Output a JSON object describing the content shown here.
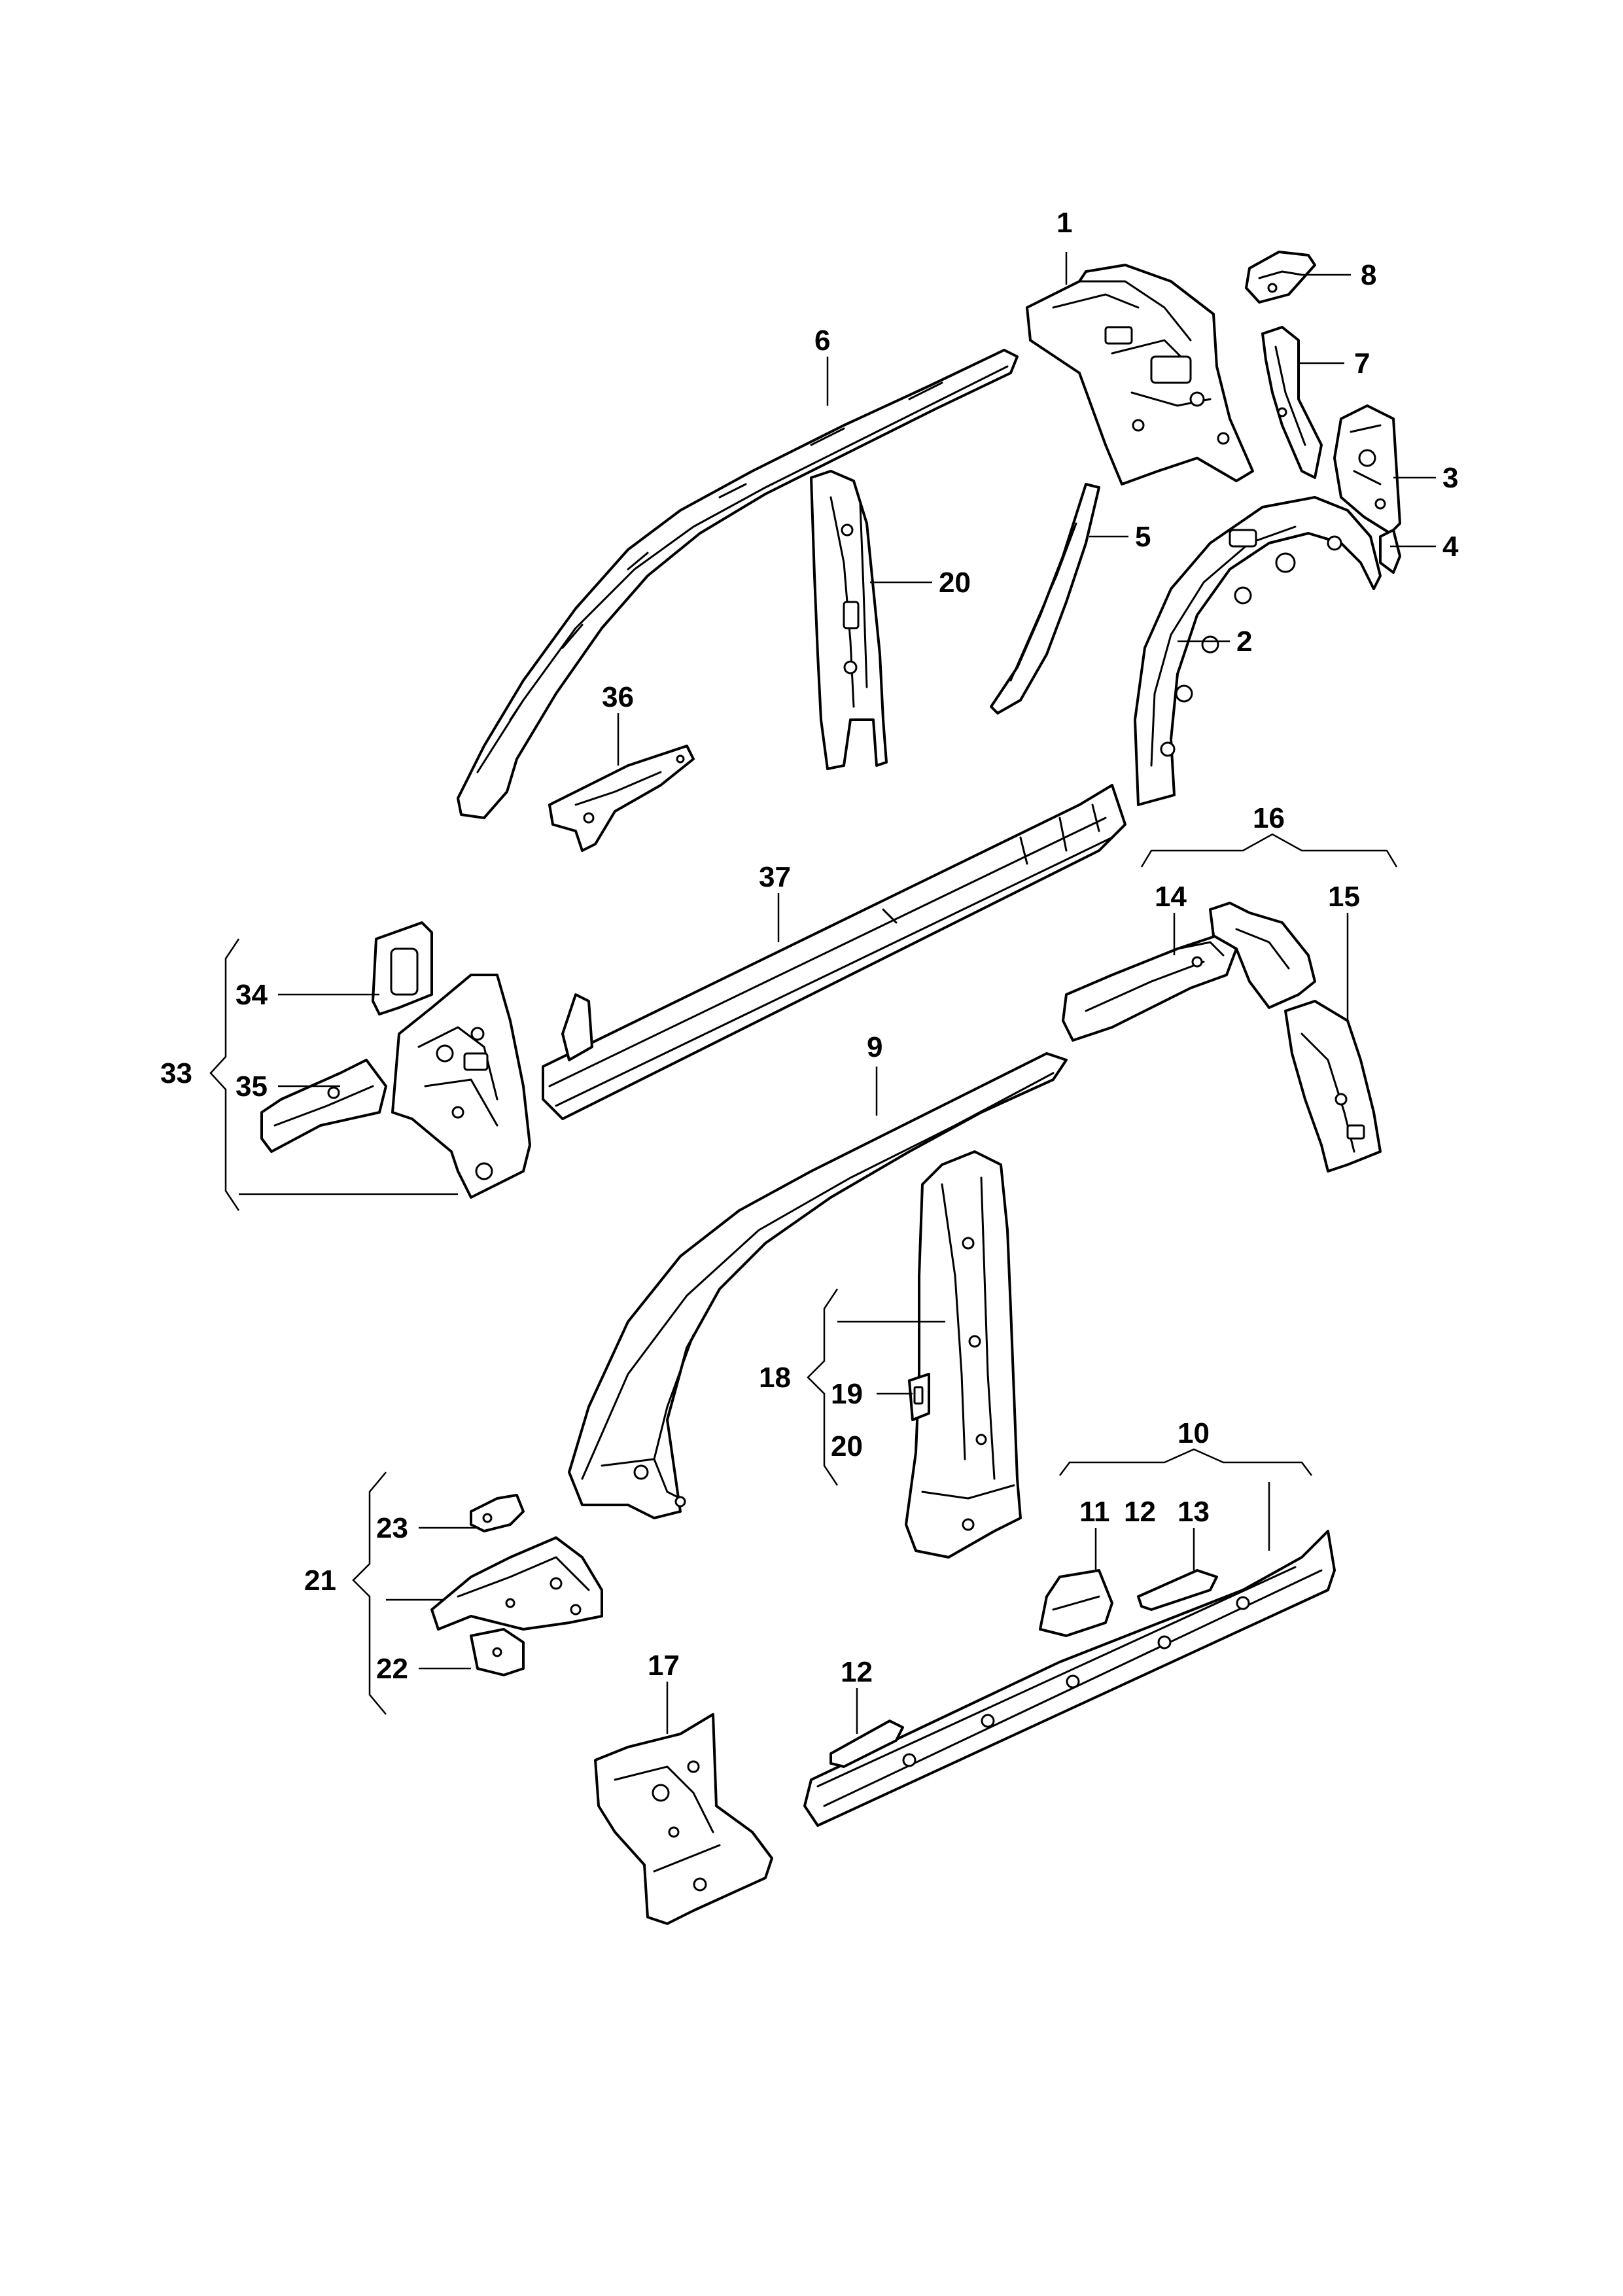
{
  "labels": {
    "p1": "1",
    "p2": "2",
    "p3": "3",
    "p4": "4",
    "p5": "5",
    "p6": "6",
    "p7": "7",
    "p8": "8",
    "p9": "9",
    "p10": "10",
    "p11": "11",
    "p12a": "12",
    "p12b": "12",
    "p13": "13",
    "p14": "14",
    "p15": "15",
    "p16": "16",
    "p17": "17",
    "p18": "18",
    "p19": "19",
    "p20a": "20",
    "p20b": "20",
    "p21": "21",
    "p22": "22",
    "p23": "23",
    "p33": "33",
    "p34": "34",
    "p35": "35",
    "p36": "36",
    "p37": "37"
  }
}
